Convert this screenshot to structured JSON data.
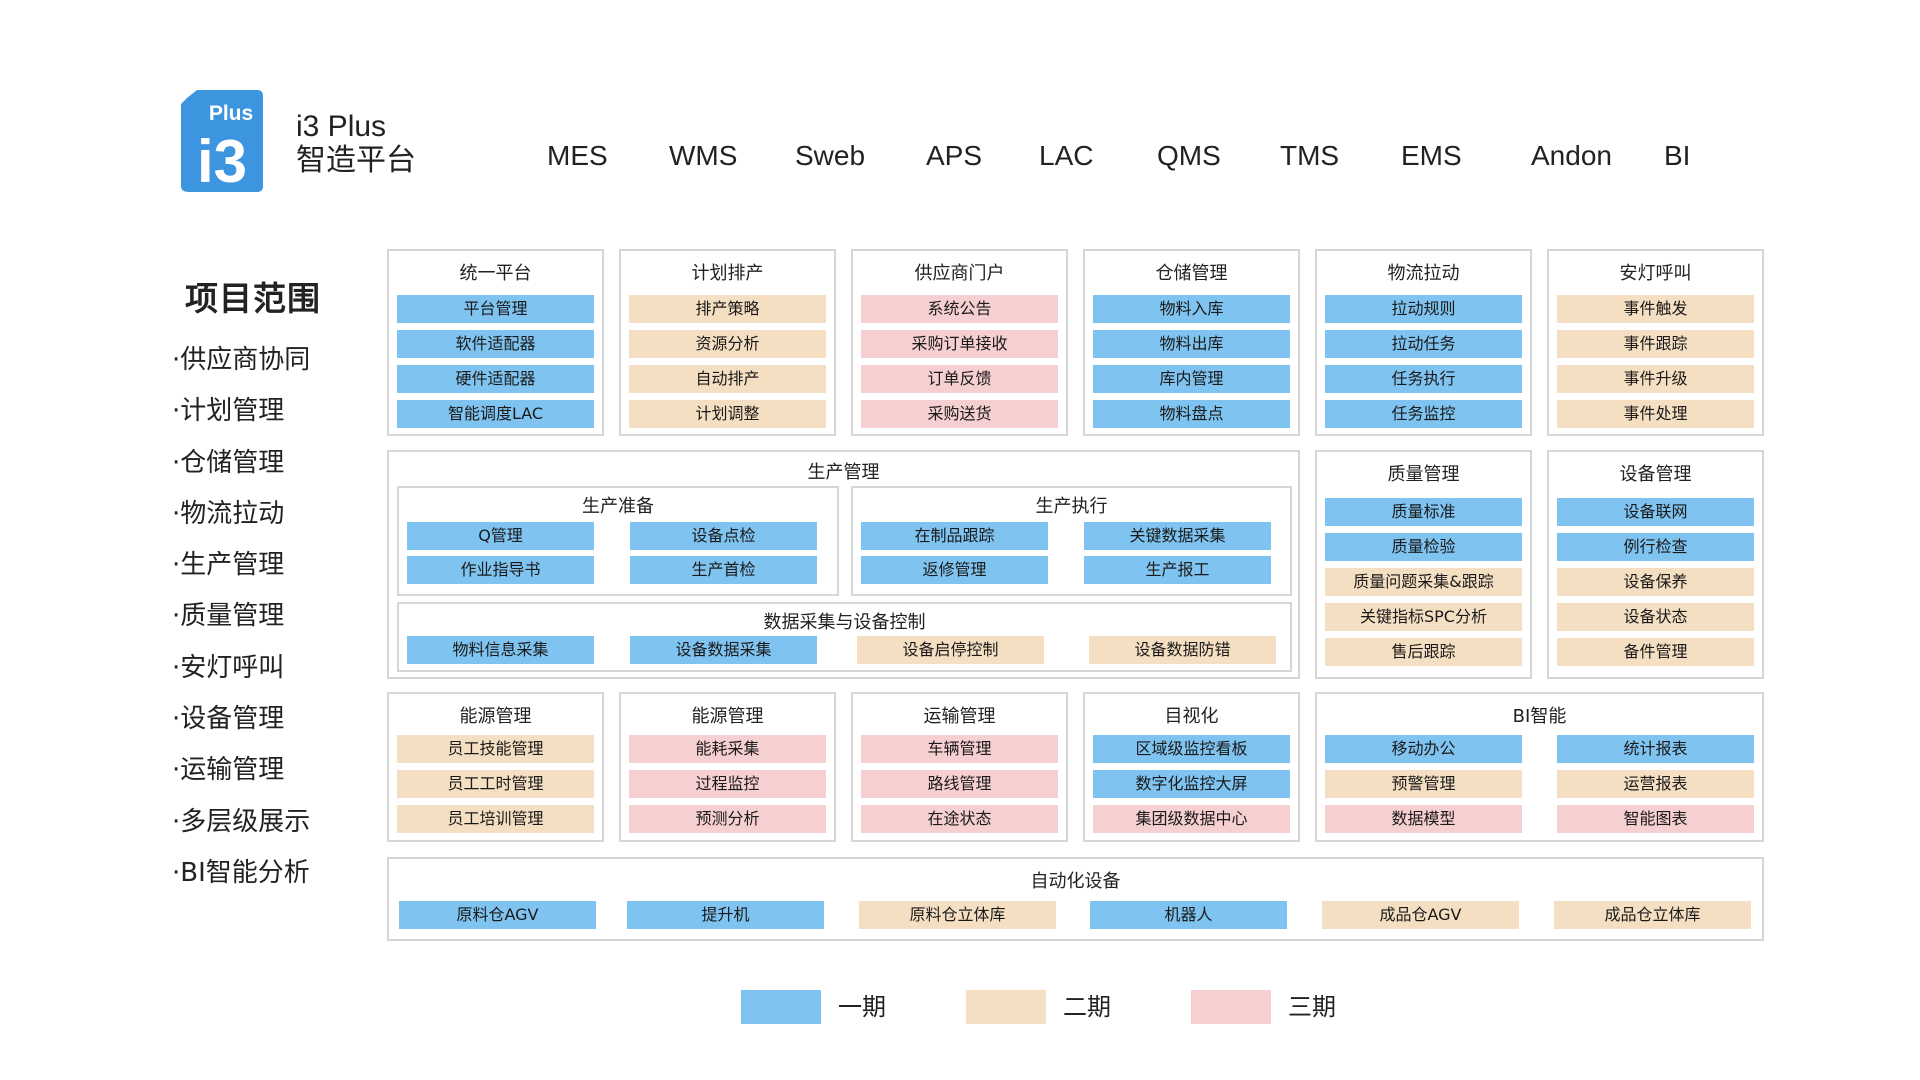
{
  "colors": {
    "phase1": "#7fc3f0",
    "phase2": "#f5dfc2",
    "phase3": "#f6cfd1",
    "logo": "#3d95e0"
  },
  "logo": {
    "badge": "Plus",
    "mark": "i3"
  },
  "brand": {
    "line1": "i3 Plus",
    "line2": "智造平台"
  },
  "nav": [
    "MES",
    "WMS",
    "Sweb",
    "APS",
    "LAC",
    "QMS",
    "TMS",
    "EMS",
    "Andon",
    "BI"
  ],
  "scope": {
    "title": "项目范围",
    "items": [
      "·供应商协同",
      "·计划管理",
      "·仓储管理",
      "·物流拉动",
      "·生产管理",
      "·质量管理",
      "·安灯呼叫",
      "·设备管理",
      "·运输管理",
      "·多层级展示",
      "·BI智能分析"
    ]
  },
  "modules": {
    "unified": {
      "title": "统一平台",
      "items": [
        {
          "t": "平台管理",
          "p": 1
        },
        {
          "t": "软件适配器",
          "p": 1
        },
        {
          "t": "硬件适配器",
          "p": 1
        },
        {
          "t": "智能调度LAC",
          "p": 1
        }
      ]
    },
    "planning": {
      "title": "计划排产",
      "items": [
        {
          "t": "排产策略",
          "p": 2
        },
        {
          "t": "资源分析",
          "p": 2
        },
        {
          "t": "自动排产",
          "p": 2
        },
        {
          "t": "计划调整",
          "p": 2
        }
      ]
    },
    "supplier": {
      "title": "供应商门户",
      "items": [
        {
          "t": "系统公告",
          "p": 3
        },
        {
          "t": "采购订单接收",
          "p": 3
        },
        {
          "t": "订单反馈",
          "p": 3
        },
        {
          "t": "采购送货",
          "p": 3
        }
      ]
    },
    "warehouse": {
      "title": "仓储管理",
      "items": [
        {
          "t": "物料入库",
          "p": 1
        },
        {
          "t": "物料出库",
          "p": 1
        },
        {
          "t": "库内管理",
          "p": 1
        },
        {
          "t": "物料盘点",
          "p": 1
        }
      ]
    },
    "logistics": {
      "title": "物流拉动",
      "items": [
        {
          "t": "拉动规则",
          "p": 1
        },
        {
          "t": "拉动任务",
          "p": 1
        },
        {
          "t": "任务执行",
          "p": 1
        },
        {
          "t": "任务监控",
          "p": 1
        }
      ]
    },
    "andon": {
      "title": "安灯呼叫",
      "items": [
        {
          "t": "事件触发",
          "p": 2
        },
        {
          "t": "事件跟踪",
          "p": 2
        },
        {
          "t": "事件升级",
          "p": 2
        },
        {
          "t": "事件处理",
          "p": 2
        }
      ]
    },
    "production": {
      "title": "生产管理",
      "prep": {
        "title": "生产准备",
        "items": [
          {
            "t": "Q管理",
            "p": 1
          },
          {
            "t": "设备点检",
            "p": 1
          },
          {
            "t": "作业指导书",
            "p": 1
          },
          {
            "t": "生产首检",
            "p": 1
          }
        ]
      },
      "exec": {
        "title": "生产执行",
        "items": [
          {
            "t": "在制品跟踪",
            "p": 1
          },
          {
            "t": "关键数据采集",
            "p": 1
          },
          {
            "t": "返修管理",
            "p": 1
          },
          {
            "t": "生产报工",
            "p": 1
          }
        ]
      },
      "dac": {
        "title": "数据采集与设备控制",
        "items": [
          {
            "t": "物料信息采集",
            "p": 1
          },
          {
            "t": "设备数据采集",
            "p": 1
          },
          {
            "t": "设备启停控制",
            "p": 2
          },
          {
            "t": "设备数据防错",
            "p": 2
          }
        ]
      }
    },
    "quality": {
      "title": "质量管理",
      "items": [
        {
          "t": "质量标准",
          "p": 1
        },
        {
          "t": "质量检验",
          "p": 1
        },
        {
          "t": "质量问题采集&跟踪",
          "p": 2
        },
        {
          "t": "关键指标SPC分析",
          "p": 2
        },
        {
          "t": "售后跟踪",
          "p": 2
        }
      ]
    },
    "equipment": {
      "title": "设备管理",
      "items": [
        {
          "t": "设备联网",
          "p": 1
        },
        {
          "t": "例行检查",
          "p": 1
        },
        {
          "t": "设备保养",
          "p": 2
        },
        {
          "t": "设备状态",
          "p": 2
        },
        {
          "t": "备件管理",
          "p": 2
        }
      ]
    },
    "energy1": {
      "title": "能源管理",
      "items": [
        {
          "t": "员工技能管理",
          "p": 2
        },
        {
          "t": "员工工时管理",
          "p": 2
        },
        {
          "t": "员工培训管理",
          "p": 2
        }
      ]
    },
    "energy2": {
      "title": "能源管理",
      "items": [
        {
          "t": "能耗采集",
          "p": 3
        },
        {
          "t": "过程监控",
          "p": 3
        },
        {
          "t": "预测分析",
          "p": 3
        }
      ]
    },
    "transport": {
      "title": "运输管理",
      "items": [
        {
          "t": "车辆管理",
          "p": 3
        },
        {
          "t": "路线管理",
          "p": 3
        },
        {
          "t": "在途状态",
          "p": 3
        }
      ]
    },
    "visual": {
      "title": "目视化",
      "items": [
        {
          "t": "区域级监控看板",
          "p": 1
        },
        {
          "t": "数字化监控大屏",
          "p": 1
        },
        {
          "t": "集团级数据中心",
          "p": 3
        }
      ]
    },
    "bi": {
      "title": "BI智能",
      "items": [
        {
          "t": "移动办公",
          "p": 1
        },
        {
          "t": "统计报表",
          "p": 1
        },
        {
          "t": "预警管理",
          "p": 2
        },
        {
          "t": "运营报表",
          "p": 2
        },
        {
          "t": "数据模型",
          "p": 3
        },
        {
          "t": "智能图表",
          "p": 3
        }
      ]
    },
    "automation": {
      "title": "自动化设备",
      "items": [
        {
          "t": "原料仓AGV",
          "p": 1
        },
        {
          "t": "提升机",
          "p": 1
        },
        {
          "t": "原料仓立体库",
          "p": 2
        },
        {
          "t": "机器人",
          "p": 1
        },
        {
          "t": "成品仓AGV",
          "p": 2
        },
        {
          "t": "成品仓立体库",
          "p": 2
        }
      ]
    }
  },
  "legend": [
    {
      "label": "一期",
      "p": 1
    },
    {
      "label": "二期",
      "p": 2
    },
    {
      "label": "三期",
      "p": 3
    }
  ]
}
